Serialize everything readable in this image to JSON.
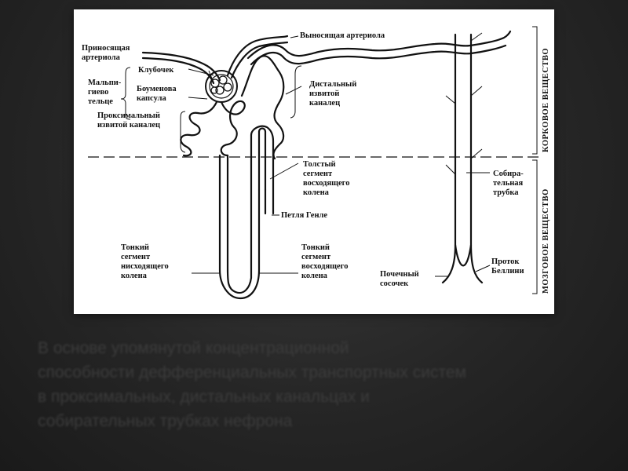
{
  "labels": {
    "afferent_arteriole_1": "Приносящая",
    "afferent_arteriole_2": "артериола",
    "efferent_arteriole": "Выносящая артериола",
    "glomerulus": "Клубочек",
    "malpighian_1": "Мальпи-",
    "malpighian_2": "гиево",
    "malpighian_3": "тельце",
    "bowman_1": "Боуменова",
    "bowman_2": "капсула",
    "distal_1": "Дистальный",
    "distal_2": "извитой",
    "distal_3": "каналец",
    "proximal_1": "Проксимальный",
    "proximal_2": "извитой каналец",
    "thick_asc_1": "Толстый",
    "thick_asc_2": "сегмент",
    "thick_asc_3": "восходящего",
    "thick_asc_4": "колена",
    "henle_loop": "Петля Генле",
    "collecting_1": "Собира-",
    "collecting_2": "тельная",
    "collecting_3": "трубка",
    "thin_desc_1": "Тонкий",
    "thin_desc_2": "сегмент",
    "thin_desc_3": "нисходящего",
    "thin_desc_4": "колена",
    "thin_asc_1": "Тонкий",
    "thin_asc_2": "сегмент",
    "thin_asc_3": "восходящего",
    "thin_asc_4": "колена",
    "papilla_1": "Почечный",
    "papilla_2": "сосочек",
    "bellini_1": "Проток",
    "bellini_2": "Беллини",
    "cortex": "КОРКОВОЕ ВЕЩЕСТВО",
    "medulla": "МОЗГОВОЕ ВЕЩЕСТВО"
  },
  "caption": {
    "line1": "В основе упомянутой концентрационной",
    "line2": "способности дефференциальных транспортных систем",
    "line3": "в проксимальных, дистальных канальцах и",
    "line4": "собирательных трубках нефрона"
  }
}
